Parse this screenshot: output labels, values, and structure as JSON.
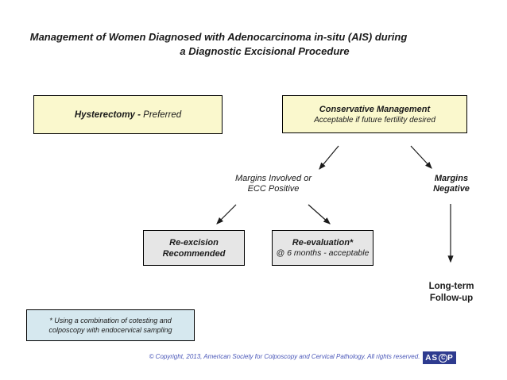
{
  "title": {
    "line1": "Management of Women Diagnosed with Adenocarcinoma in-situ (AIS) during",
    "line2": "a Diagnostic Excisional Procedure"
  },
  "nodes": {
    "hysterectomy": {
      "bold": "Hysterectomy -",
      "normal": "Preferred"
    },
    "conservative": {
      "line1": "Conservative Management",
      "line2": "Acceptable if future fertility desired"
    },
    "margins_involved": {
      "line1": "Margins Involved or",
      "line2": "ECC Positive"
    },
    "margins_negative": {
      "line1": "Margins",
      "line2": "Negative"
    },
    "re_excision": {
      "line1": "Re-excision",
      "line2": "Recommended"
    },
    "re_evaluation": {
      "line1": "Re-evaluation*",
      "line2": "@ 6 months - acceptable"
    },
    "long_term": {
      "line1": "Long-term",
      "line2": "Follow-up"
    }
  },
  "footnote": {
    "line1": "* Using a combination of cotesting and",
    "line2": "colposcopy with endocervical sampling"
  },
  "footer": {
    "copyright": "© Copyright, 2013, American Society for Colposcopy and Cervical Pathology. All rights reserved."
  },
  "logo": {
    "left": "AS",
    "circled": "C",
    "right": "P"
  },
  "colors": {
    "node_yellow": "#FAF8CD",
    "node_gray": "#E6E6E6",
    "footnote_blue": "#D6E8EF",
    "logo_navy": "#2E3B8F",
    "copyright_blue": "#4956B8"
  }
}
